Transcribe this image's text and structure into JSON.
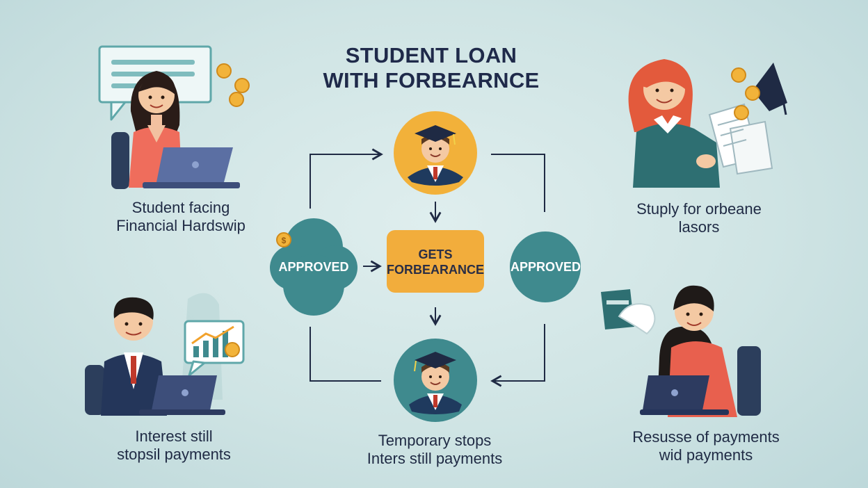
{
  "title": {
    "line1": "STUDENT LOAN",
    "line2": "WITH FORBEARNCE"
  },
  "nodes": {
    "left_approved": "APPROVED",
    "right_approved": "APPROVED",
    "center_box": {
      "line1": "GETS",
      "line2": "FORBEARANCE"
    }
  },
  "captions": {
    "top_left": {
      "line1": "Student facing",
      "line2": "Financial Hardswip"
    },
    "top_right": {
      "line1": "Stuply for orbeane",
      "line2": "lasors"
    },
    "bottom_left": {
      "line1": "Interest still",
      "line2": "stopsil payments"
    },
    "bottom_center": {
      "line1": "Temporary stops",
      "line2": "Inters still payments"
    },
    "bottom_right": {
      "line1": "Resusse of payments",
      "line2": "wid payments"
    }
  },
  "colors": {
    "teal_node": "#3f8a8e",
    "orange_box": "#f2ad3c",
    "gold_circle": "#f2b13a",
    "line": "#1f2a44",
    "coin": "#f2b33a"
  }
}
